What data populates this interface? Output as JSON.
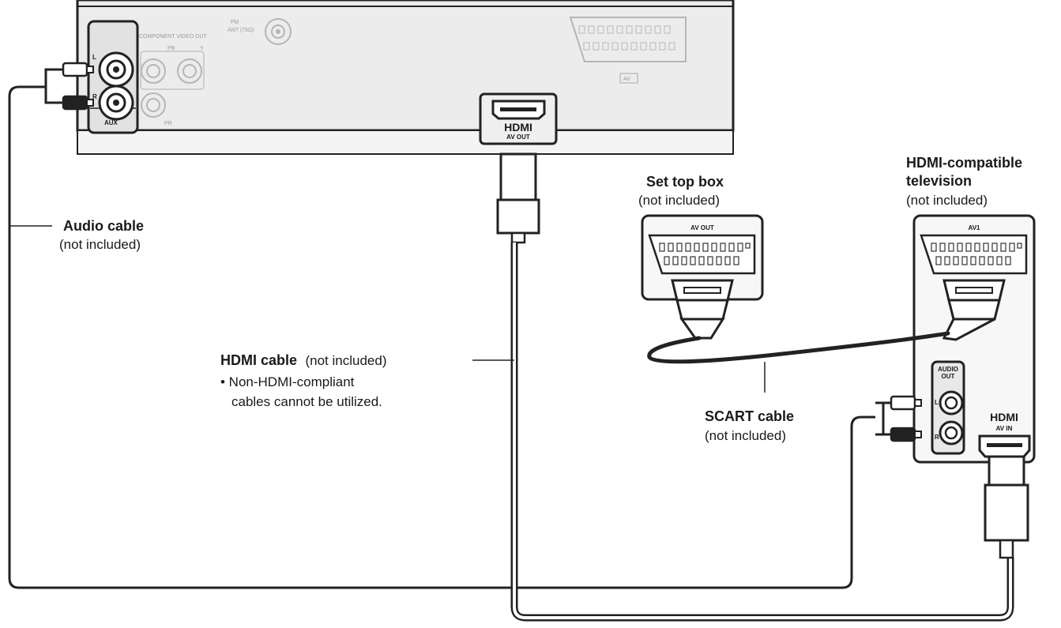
{
  "unit": {
    "component_video_out": "COMPONENT VIDEO OUT",
    "pb": "PB",
    "y": "Y",
    "pr": "PR",
    "fm_ant": "FM",
    "fm_ant2": "ANT (75Ω)",
    "aux_l": "L",
    "aux_r": "R",
    "aux": "AUX",
    "av": "AV",
    "hdmi_logo": "HDMI",
    "hdmi_port": "AV OUT"
  },
  "set_top_box": {
    "title": "Set top box",
    "note": "(not included)",
    "port": "AV OUT"
  },
  "television": {
    "title_line1": "HDMI-compatible",
    "title_line2": "television",
    "note": "(not included)",
    "scart_port": "AV1",
    "audio_out_line1": "AUDIO",
    "audio_out_line2": "OUT",
    "audio_l": "L",
    "audio_r": "R",
    "hdmi_logo": "HDMI",
    "hdmi_port": "AV IN"
  },
  "audio_cable": {
    "title": "Audio cable",
    "note": "(not included)"
  },
  "hdmi_cable": {
    "title": "HDMI cable",
    "note": "(not included)",
    "bullet_line1": "• Non-HDMI-compliant",
    "bullet_line2": "cables cannot be utilized."
  },
  "scart_cable": {
    "title": "SCART cable",
    "note": "(not included)"
  }
}
